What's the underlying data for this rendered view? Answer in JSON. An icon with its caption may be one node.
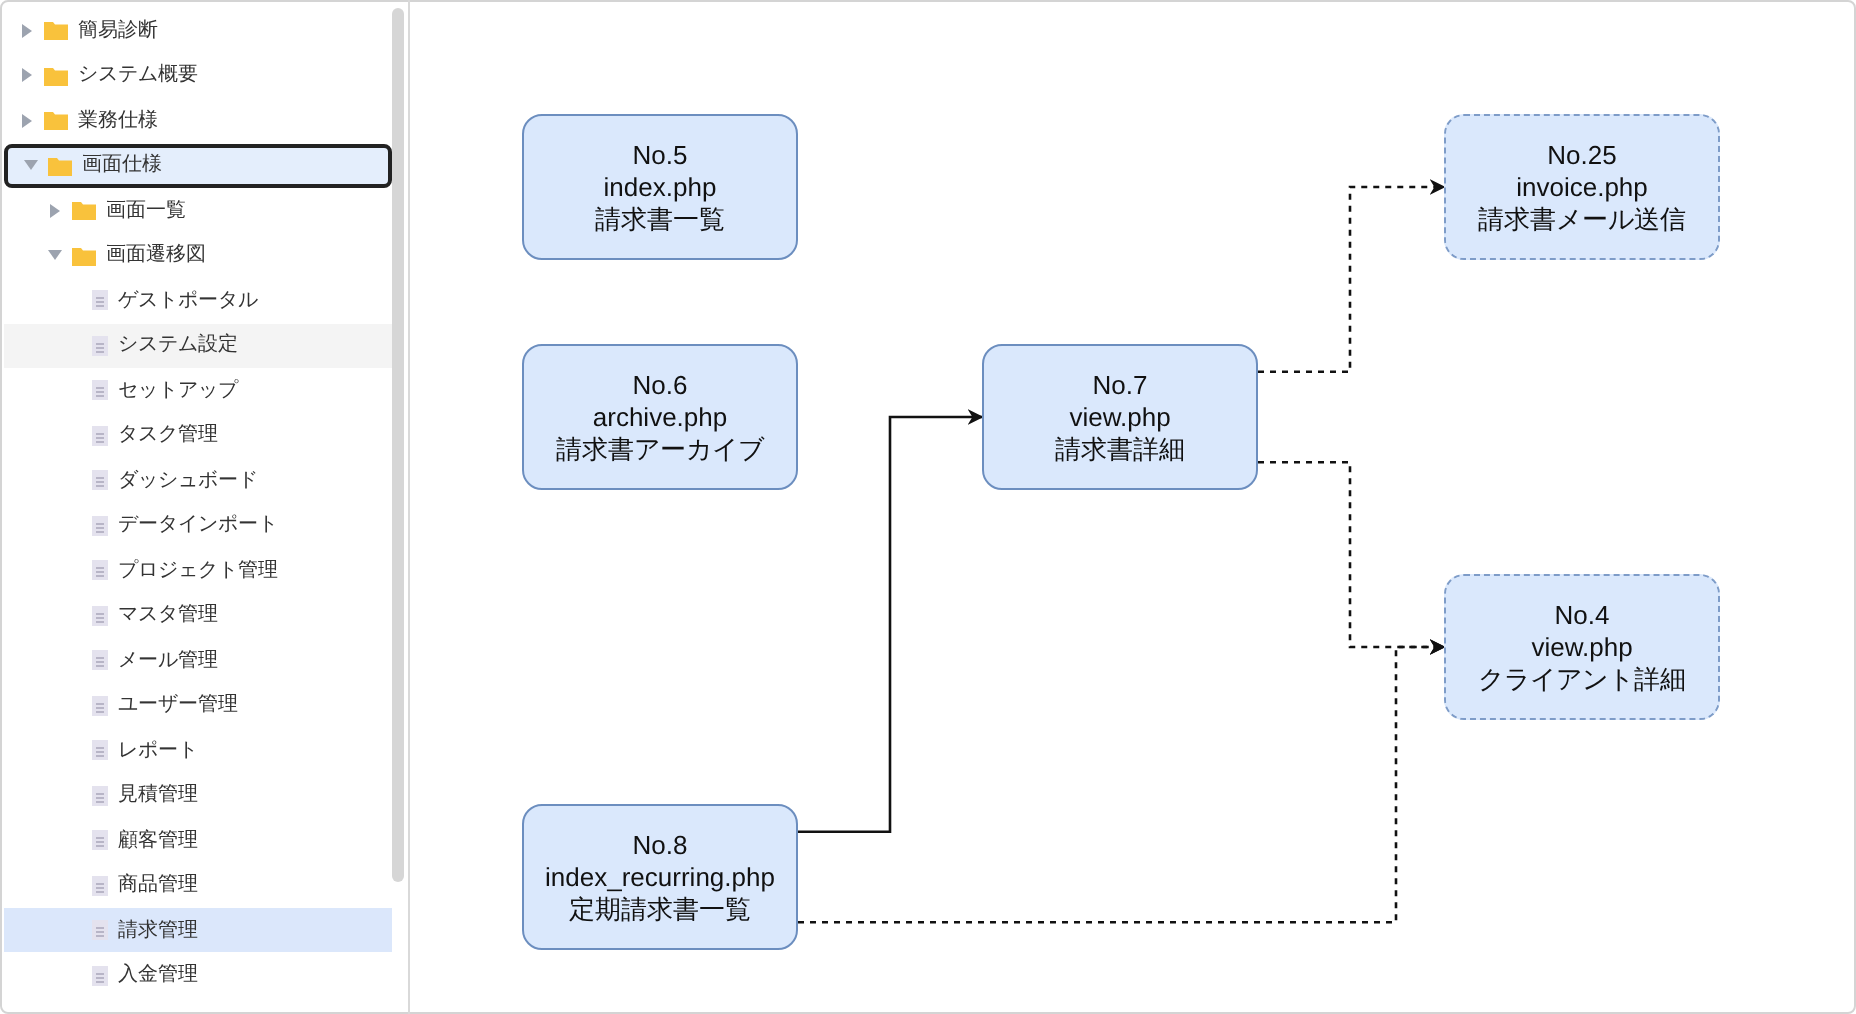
{
  "diagram": {
    "nodes": [
      {
        "text": [
          "No.5",
          "index.php",
          "請求書一覧"
        ]
      },
      {
        "text": [
          "No.25",
          "invoice.php",
          "請求書メール送信"
        ]
      },
      {
        "text": [
          "No.6",
          "archive.php",
          "請求書アーカイブ"
        ]
      },
      {
        "text": [
          "No.7",
          "view.php",
          "請求書詳細"
        ]
      },
      {
        "text": [
          "No.4",
          "view.php",
          "クライアント詳細"
        ]
      },
      {
        "text": [
          "No.8",
          "index_recurring.php",
          "定期請求書一覧"
        ]
      }
    ],
    "edges": [
      {
        "from": 5,
        "to": 3,
        "arrow": "to"
      },
      {
        "from": 3,
        "to": 1,
        "arrow": "to",
        "style": "dashed"
      },
      {
        "from": 3,
        "to": 4,
        "arrow": "to",
        "style": "dashed"
      },
      {
        "from": 5,
        "to": 4,
        "arrow": "to",
        "style": "dashed"
      }
    ],
    "labels": [
      "簡易診断",
      "システム概要",
      "業務仕様",
      "画面仕様",
      "画面一覧",
      "画面遷移図",
      "ゲストポータル",
      "システム設定",
      "セットアップ",
      "タスク管理",
      "ダッシュボード",
      "データインポート",
      "プロジェクト管理",
      "マスタ管理",
      "メール管理",
      "ユーザー管理",
      "レポート",
      "見積管理",
      "顧客管理",
      "商品管理",
      "請求管理",
      "入金管理"
    ]
  }
}
